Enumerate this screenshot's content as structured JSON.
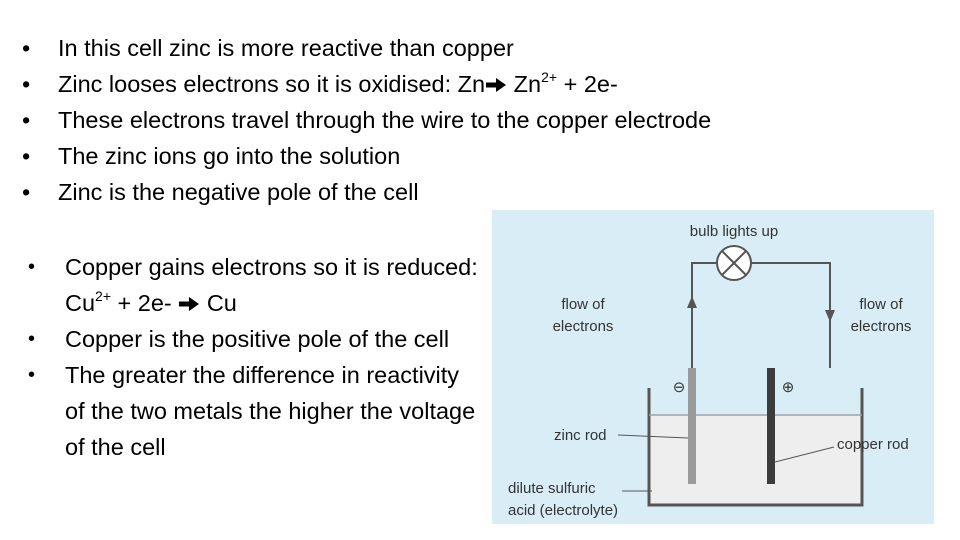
{
  "top_bullets": [
    {
      "text": "In this cell zinc is more reactive than copper"
    },
    {
      "text_before": "Zinc looses electrons so it is oxidised: Zn",
      "text_mid": " Zn",
      "sup": "2+",
      "text_after": " + 2e-"
    },
    {
      "text": "These electrons travel through the wire to the copper electrode"
    },
    {
      "text": "The zinc ions go into the solution"
    },
    {
      "text": "Zinc is the negative pole of the cell"
    }
  ],
  "bottom_bullets": [
    {
      "text_before": "Copper gains electrons so it is reduced: Cu",
      "sup": "2+",
      "text_mid": " + 2e- ",
      "text_after": " Cu"
    },
    {
      "text": "Copper is the positive pole of the cell"
    },
    {
      "text": "The greater the difference in reactivity of the two metals the higher the voltage of the cell"
    }
  ],
  "bullet_glyph": "•",
  "diagram": {
    "bulb_label": "bulb lights up",
    "flow_left_line1": "flow of",
    "flow_left_line2": "electrons",
    "flow_right_line1": "flow of",
    "flow_right_line2": "electrons",
    "minus_sign": "⊖",
    "plus_sign": "⊕",
    "zinc_label": "zinc rod",
    "copper_label": "copper rod",
    "electrolyte_line1": "dilute sulfuric",
    "electrolyte_line2": "acid (electrolyte)",
    "colors": {
      "background": "#d9edf6",
      "solution": "#eeeeee",
      "wire": "#555555",
      "zinc_rod": "#9a9a9a",
      "copper_rod": "#3c3c3c",
      "bulb_fill": "#ffffff"
    }
  },
  "icons": {
    "reaction_arrow": "arrow-right-icon",
    "bulb": "bulb-icon"
  }
}
